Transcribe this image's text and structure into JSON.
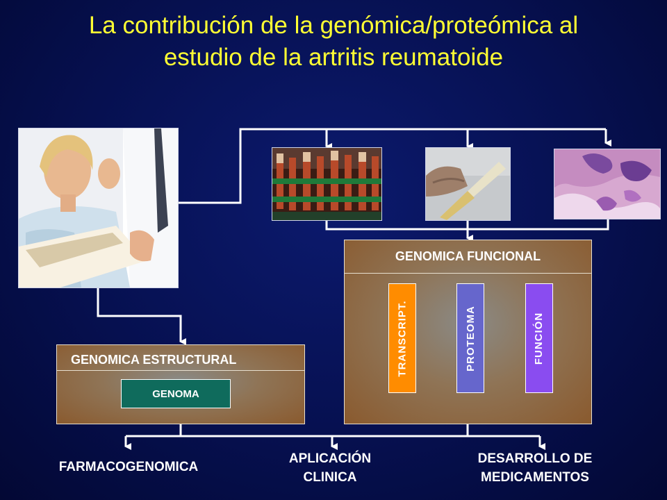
{
  "title": {
    "line1": "La contribución de la genómica/proteómica al",
    "line2": "estudio de la artritis reumatoide"
  },
  "images": {
    "patient": "patient-with-doctor-photo",
    "samples_rack": "sample-tubes-rack-photo",
    "test_tube": "test-tube-in-hand-photo",
    "histology": "tissue-histology-photo"
  },
  "genomica_estructural": {
    "title": "GENOMICA ESTRUCTURAL",
    "item": "GENOMA"
  },
  "genomica_funcional": {
    "title": "GENOMICA FUNCIONAL",
    "items": [
      "TRANSCRIPT.",
      "PROTEOMA",
      "FUNCIÓN"
    ],
    "item_colors": [
      "#ff8c00",
      "#6666cc",
      "#8a4cf0"
    ]
  },
  "outcomes": {
    "farmacogenomica": "FARMACOGENOMICA",
    "aplicacion": [
      "APLICACIÓN",
      "CLINICA"
    ],
    "desarrollo": [
      "DESARROLLO DE",
      "MEDICAMENTOS"
    ]
  },
  "colors": {
    "title": "#ffff33",
    "background": "#061050",
    "genoma": "#0f6b5c"
  }
}
